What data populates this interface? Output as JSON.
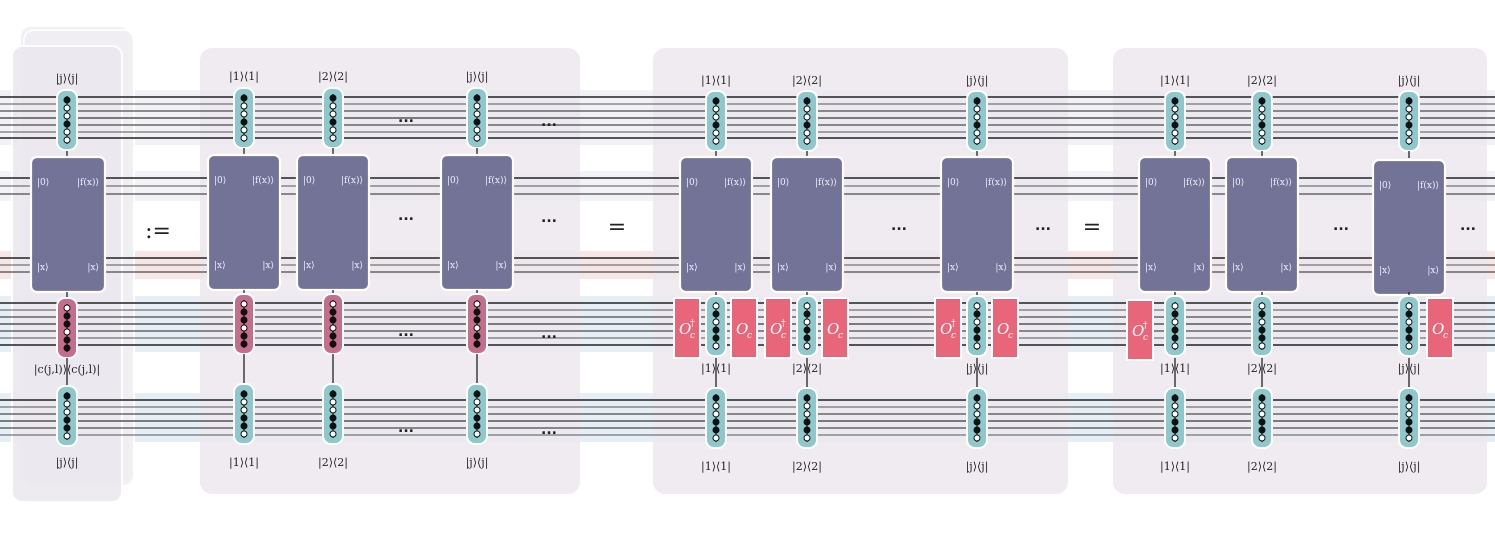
{
  "operators": [
    ":=",
    "=",
    "="
  ],
  "ellipsis": "...",
  "projector_labels": {
    "p1": "|1⟩⟨1|",
    "p2": "|2⟩⟨2|",
    "pj": "|j⟩⟨j|",
    "cc": "|c(j,l)⟩⟨c(j,l)|"
  },
  "oracle": {
    "in_top": "|0⟩",
    "out_top": "|f(x)⟩",
    "in_bottom": "|x⟩",
    "out_bottom": "|x⟩"
  },
  "gates": {
    "oc": "O",
    "oc_dag": "O",
    "oc_sub": "c",
    "dagger": "†"
  },
  "colors": {
    "panel": "#ece8ef",
    "oracle_box": "#737398",
    "projector": "#8fc8cc",
    "projector_pink": "#c46e8c",
    "oc_gate": "#e8657a",
    "band_blue": "#dbe8f2",
    "band_pink": "#f4dcdc"
  }
}
